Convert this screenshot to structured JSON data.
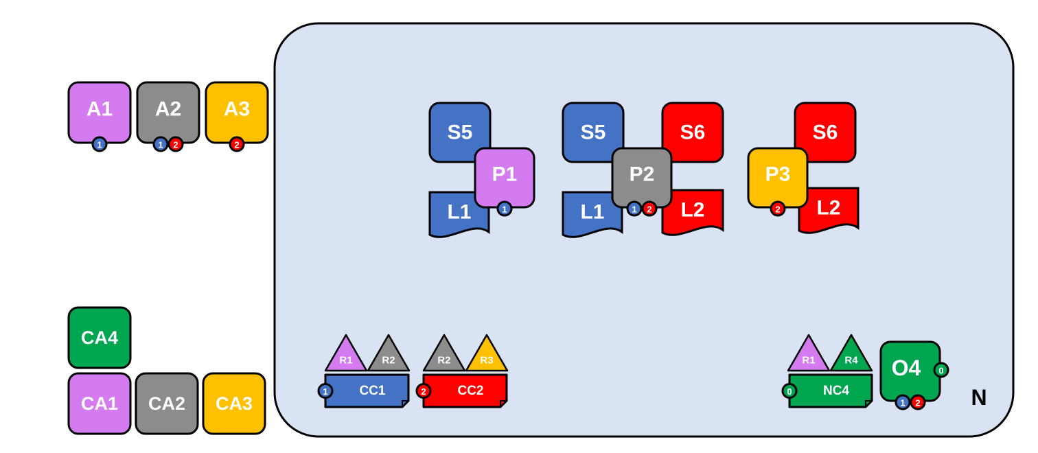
{
  "colors": {
    "blue": "#4472C4",
    "red": "#FF0000",
    "gray": "#8C8C8C",
    "purple": "#D47BF0",
    "yellow": "#FFC000",
    "green": "#00A550",
    "region_fill": "#DAE3F3",
    "outline": "#000000",
    "label": "#FFFFFF",
    "corner_label": "#000000"
  },
  "region": {
    "label": "N"
  },
  "tiles": [
    {
      "id": "a1",
      "label": "A1",
      "color": "purple",
      "badges": [
        "1"
      ]
    },
    {
      "id": "a2",
      "label": "A2",
      "color": "gray",
      "badges": [
        "1",
        "2"
      ]
    },
    {
      "id": "a3",
      "label": "A3",
      "color": "yellow",
      "badges": [
        "2"
      ]
    },
    {
      "id": "ca4",
      "label": "CA4",
      "color": "green",
      "badges": []
    },
    {
      "id": "ca1",
      "label": "CA1",
      "color": "purple",
      "badges": []
    },
    {
      "id": "ca2",
      "label": "CA2",
      "color": "gray",
      "badges": []
    },
    {
      "id": "ca3",
      "label": "CA3",
      "color": "yellow",
      "badges": []
    },
    {
      "id": "s5a",
      "label": "S5",
      "color": "blue",
      "badges": []
    },
    {
      "id": "s5b",
      "label": "S5",
      "color": "blue",
      "badges": []
    },
    {
      "id": "s6a",
      "label": "S6",
      "color": "red",
      "badges": []
    },
    {
      "id": "s6b",
      "label": "S6",
      "color": "red",
      "badges": []
    },
    {
      "id": "p1",
      "label": "P1",
      "color": "purple",
      "badges": [
        "1"
      ]
    },
    {
      "id": "p2",
      "label": "P2",
      "color": "gray",
      "badges": [
        "1",
        "2"
      ]
    },
    {
      "id": "p3",
      "label": "P3",
      "color": "yellow",
      "badges": [
        "2"
      ]
    },
    {
      "id": "o4",
      "label": "O4",
      "color": "green",
      "badges": [
        "1",
        "2"
      ],
      "side_badge": "0"
    }
  ],
  "docs": [
    {
      "id": "l1a",
      "label": "L1",
      "color": "blue"
    },
    {
      "id": "l1b",
      "label": "L1",
      "color": "blue"
    },
    {
      "id": "l2a",
      "label": "L2",
      "color": "red"
    },
    {
      "id": "l2b",
      "label": "L2",
      "color": "red"
    }
  ],
  "triangles": [
    {
      "id": "cc1-r1",
      "label": "R1",
      "color": "purple"
    },
    {
      "id": "cc1-r2",
      "label": "R2",
      "color": "gray"
    },
    {
      "id": "cc2-r2",
      "label": "R2",
      "color": "gray"
    },
    {
      "id": "cc2-r3",
      "label": "R3",
      "color": "yellow"
    },
    {
      "id": "nc4-r1",
      "label": "R1",
      "color": "purple"
    },
    {
      "id": "nc4-r4",
      "label": "R4",
      "color": "green"
    }
  ],
  "bars": [
    {
      "id": "cc1",
      "label": "CC1",
      "color": "blue",
      "badge": "1"
    },
    {
      "id": "cc2",
      "label": "CC2",
      "color": "red",
      "badge": "2"
    },
    {
      "id": "nc4",
      "label": "NC4",
      "color": "green",
      "badge": "0"
    }
  ],
  "badge_colors": {
    "0": "green",
    "1": "blue",
    "2": "red"
  }
}
